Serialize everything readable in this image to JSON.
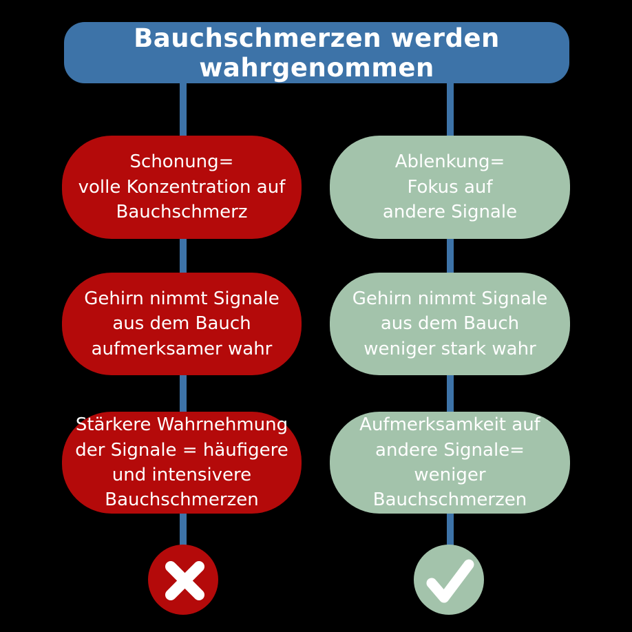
{
  "colors": {
    "background": "#000000",
    "blue": "#3d73a8",
    "red": "#b40a0a",
    "green": "#a3c3ab",
    "text": "#ffffff"
  },
  "header": {
    "title": "Bauchschmerzen werden wahrgenommen"
  },
  "left_column": {
    "theme": "red",
    "boxes": [
      {
        "text": "Schonung=\nvolle Konzentration auf\nBauchschmerz"
      },
      {
        "text": "Gehirn nimmt Signale\naus dem Bauch\naufmerksamer wahr"
      },
      {
        "text": "Stärkere Wahrnehmung\nder Signale = häufigere\nund intensivere\nBauchschmerzen"
      }
    ],
    "result_icon": "x-mark"
  },
  "right_column": {
    "theme": "green",
    "boxes": [
      {
        "text": "Ablenkung=\nFokus auf\nandere Signale"
      },
      {
        "text": "Gehirn nimmt Signale\naus dem Bauch\nweniger stark wahr"
      },
      {
        "text": "Aufmerksamkeit auf\nandere Signale=\nweniger Bauchschmerzen"
      }
    ],
    "result_icon": "check-mark"
  }
}
